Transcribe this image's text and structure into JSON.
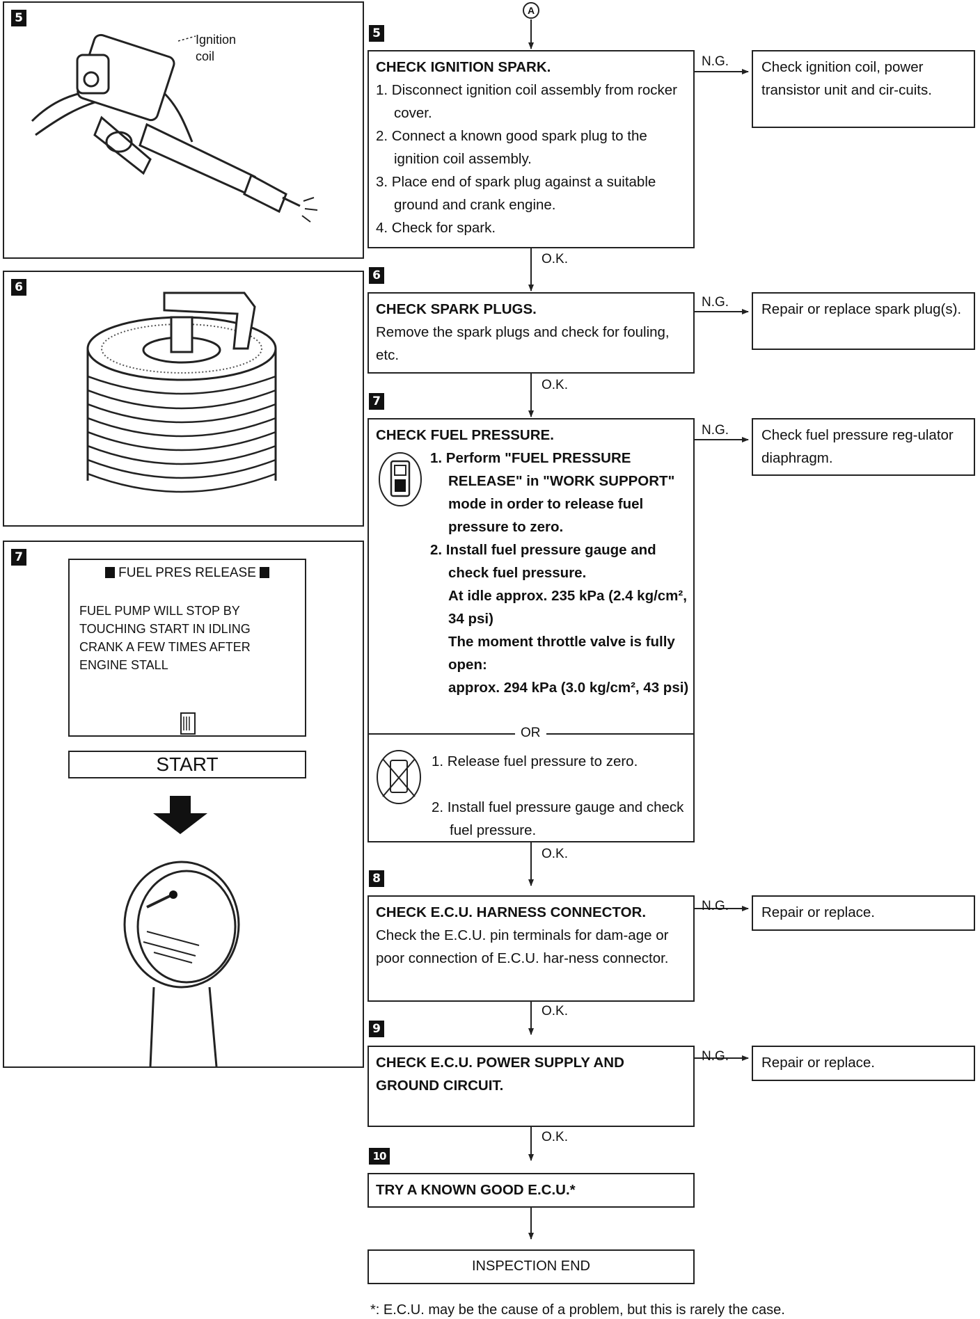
{
  "connector": "A",
  "labels": {
    "ng": "N.G.",
    "ok": "O.K."
  },
  "figures": {
    "fig5": {
      "num": "5",
      "callout": [
        "Ignition",
        "coil"
      ]
    },
    "fig6": {
      "num": "6"
    },
    "fig7": {
      "num": "7",
      "screen_title": "FUEL PRES RELEASE",
      "screen_lines": [
        "FUEL PUMP WILL STOP BY",
        "TOUCHING START IN IDLING",
        "CRANK A FEW TIMES AFTER",
        "ENGINE STALL"
      ],
      "start_label": "START"
    }
  },
  "steps": {
    "s5": {
      "num": "5",
      "title": "CHECK IGNITION SPARK.",
      "items": [
        "1. Disconnect ignition coil assembly from rocker cover.",
        "2. Connect a known good spark plug to the ignition coil assembly.",
        "3. Place end of spark plug against a suitable ground and crank engine.",
        "4. Check for spark."
      ],
      "ng_text": "Check ignition coil, power transistor unit and cir-cuits."
    },
    "s6": {
      "num": "6",
      "title": "CHECK SPARK PLUGS.",
      "body": "Remove the spark plugs and check for fouling, etc.",
      "ng_text": "Repair or replace spark plug(s)."
    },
    "s7": {
      "num": "7",
      "title": "CHECK FUEL PRESSURE.",
      "a_items": [
        "1. Perform \"FUEL PRESSURE RELEASE\" in \"WORK SUPPORT\" mode in order to release fuel pressure to zero.",
        "2. Install fuel pressure gauge and check fuel pressure."
      ],
      "spec": [
        "At idle approx. 235 kPa (2.4 kg/cm², 34 psi)",
        "The moment throttle valve is fully open:",
        "approx. 294 kPa (3.0 kg/cm², 43 psi)"
      ],
      "or": "OR",
      "b_items": [
        "1. Release fuel pressure to zero.",
        "2. Install fuel pressure gauge and check fuel pressure."
      ],
      "ng_text": "Check fuel pressure reg-ulator diaphragm."
    },
    "s8": {
      "num": "8",
      "title": "CHECK E.C.U. HARNESS CONNECTOR.",
      "body": "Check the E.C.U. pin terminals for dam-age or poor connection of E.C.U. har-ness connector.",
      "ng_text": "Repair or replace."
    },
    "s9": {
      "num": "9",
      "title": "CHECK E.C.U. POWER SUPPLY AND GROUND CIRCUIT.",
      "ng_text": "Repair or replace."
    },
    "s10": {
      "num": "10",
      "title": "TRY A KNOWN GOOD E.C.U.*"
    },
    "end": "INSPECTION END"
  },
  "footnote": "*: E.C.U. may be the cause of a problem, but this is rarely the case."
}
